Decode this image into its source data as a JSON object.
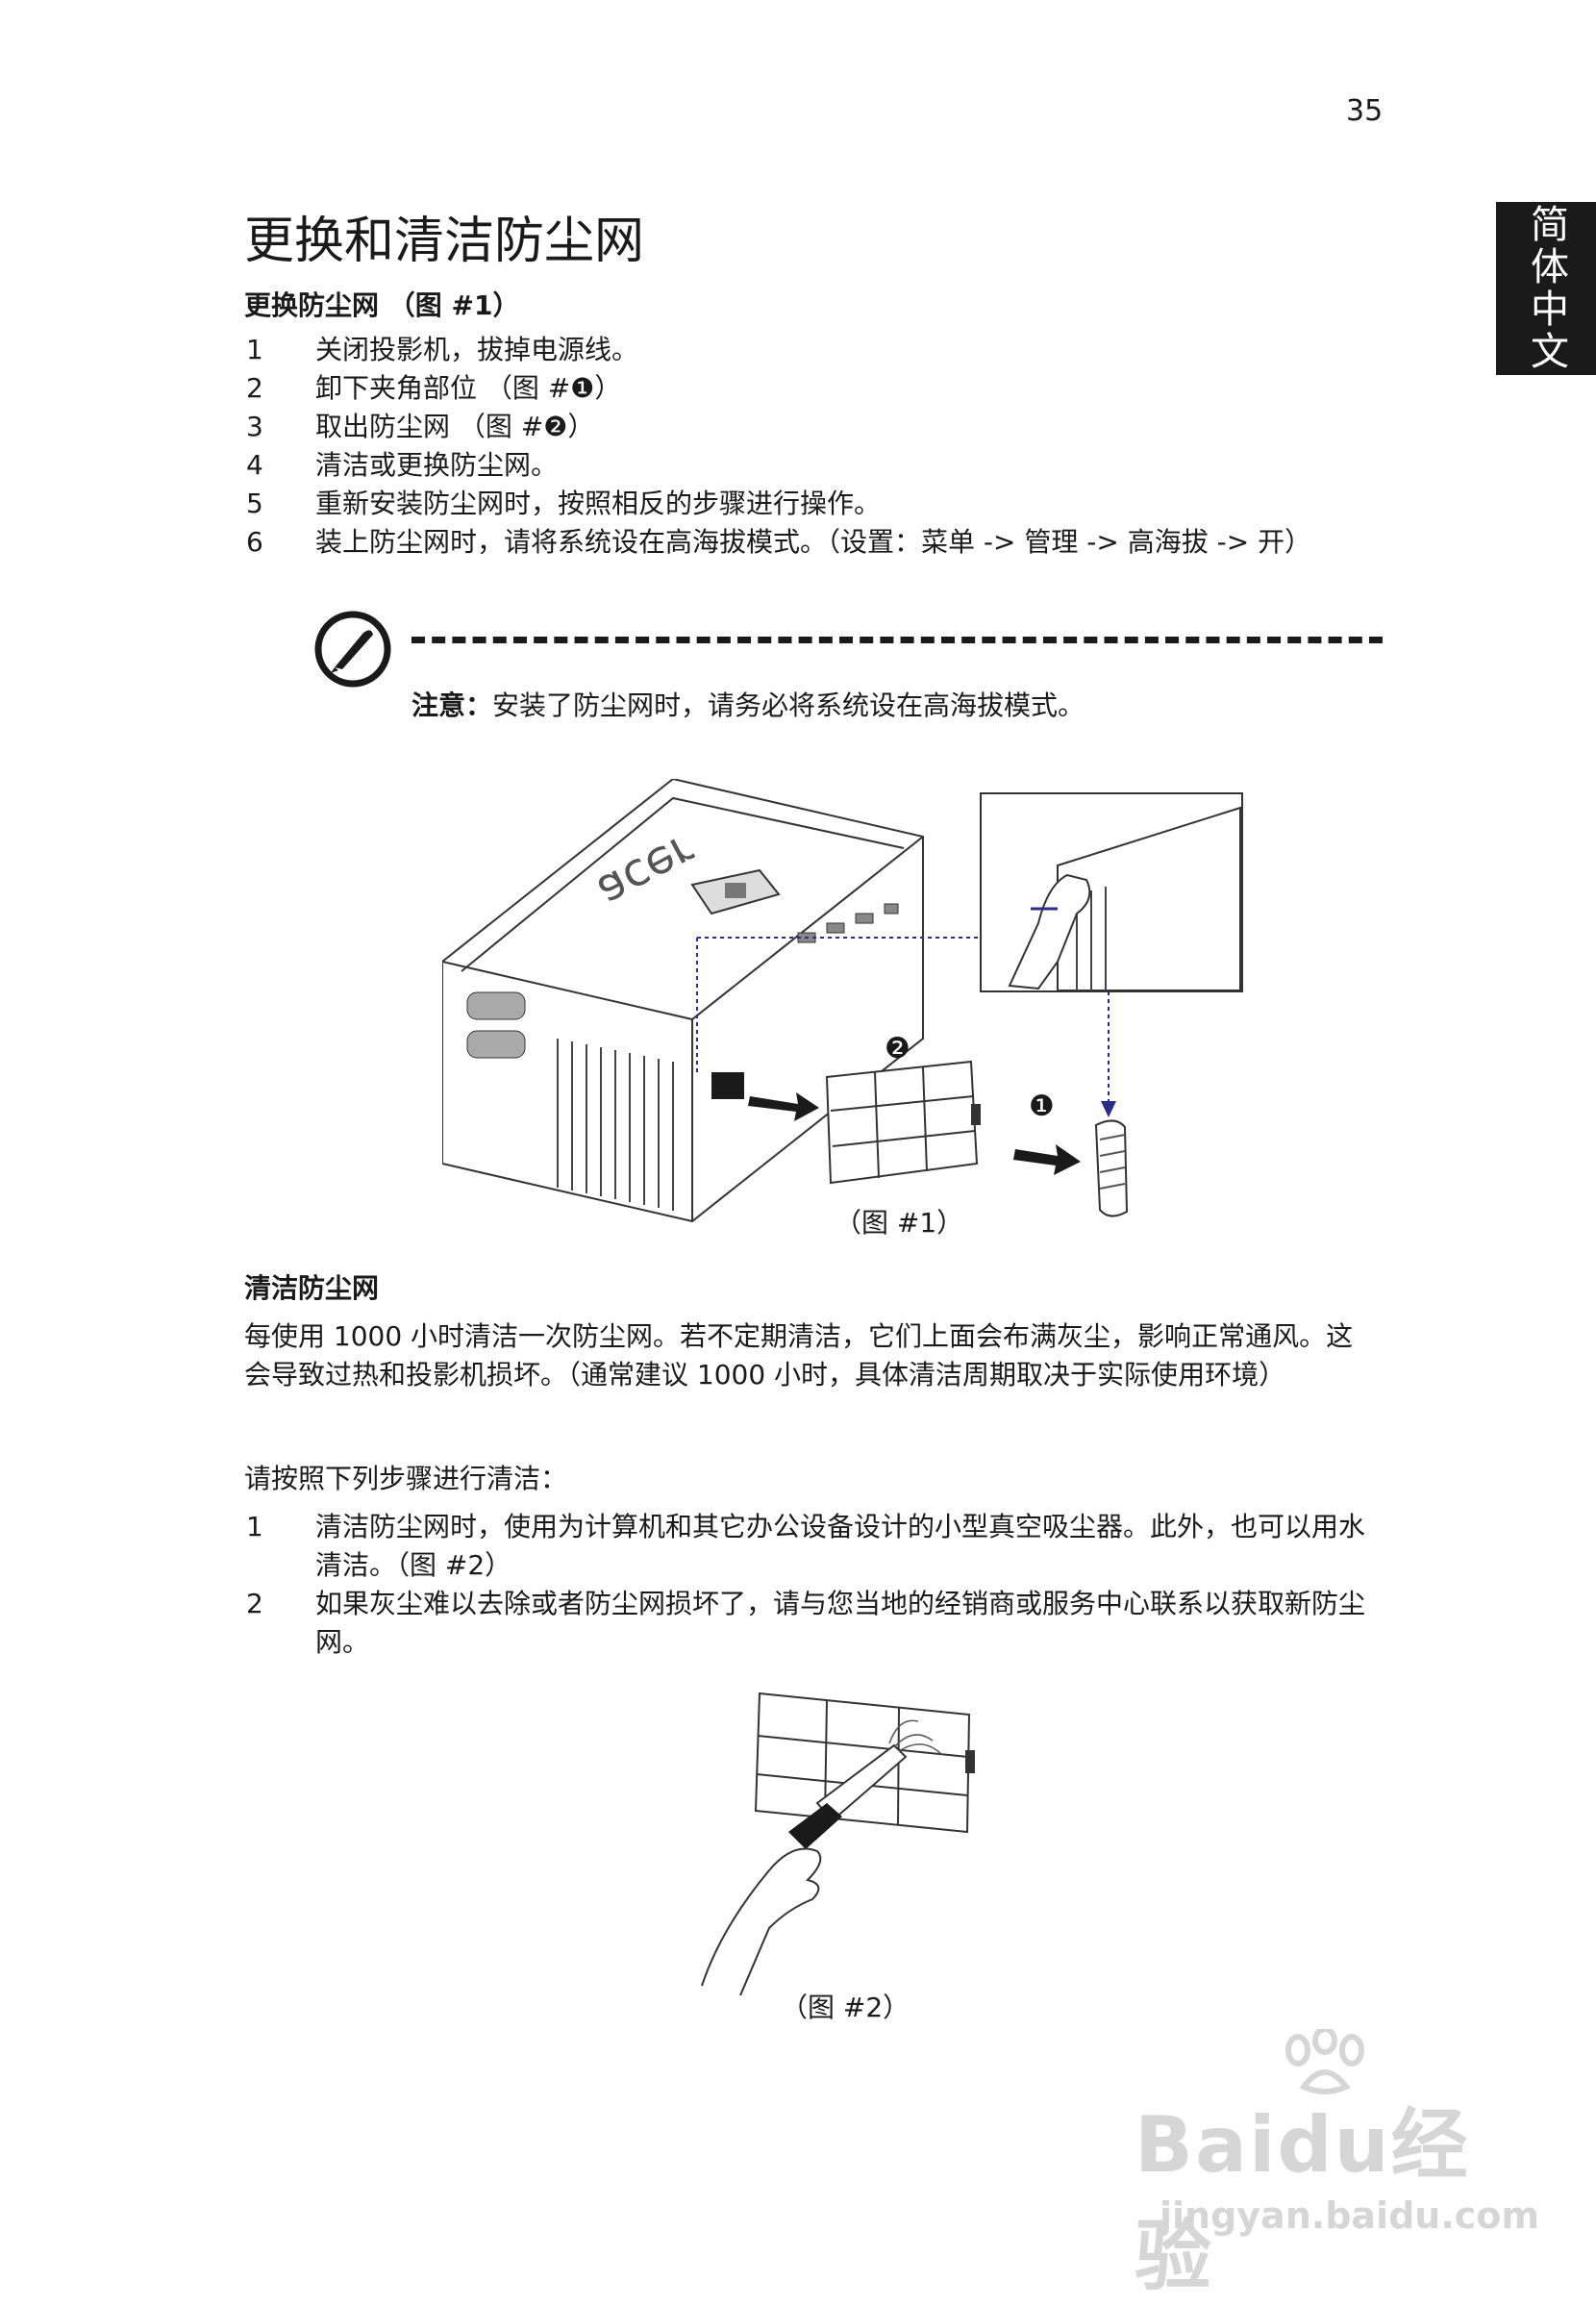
{
  "page_number": "35",
  "side_tab": "简体中文",
  "title": "更换和清洁防尘网",
  "replace_section": {
    "heading": "更换防尘网 （图 #1）",
    "steps": [
      {
        "num": "1",
        "text": "关闭投影机，拔掉电源线。"
      },
      {
        "num": "2",
        "text": "卸下夹角部位 （图 #❶）"
      },
      {
        "num": "3",
        "text": "取出防尘网 （图 #❷）"
      },
      {
        "num": "4",
        "text": "清洁或更换防尘网。"
      },
      {
        "num": "5",
        "text": "重新安装防尘网时，按照相反的步骤进行操作。"
      },
      {
        "num": "6",
        "text": "装上防尘网时，请将系统设在高海拔模式。（设置：菜单 -> 管理 -> 高海拔 -> 开）"
      }
    ]
  },
  "note": {
    "label": "注意：",
    "text": "安装了防尘网时，请务必将系统设在高海拔模式。"
  },
  "figure1": {
    "logo": "acer",
    "callout_1": "❶",
    "callout_2": "❷",
    "caption": "（图 #1）"
  },
  "clean_section": {
    "heading": "清洁防尘网",
    "paragraph": "每使用 1000 小时清洁一次防尘网。若不定期清洁，它们上面会布满灰尘，影响正常通风。这会导致过热和投影机损坏。（通常建议 1000 小时，具体清洁周期取决于实际使用环境）",
    "intro": "请按照下列步骤进行清洁：",
    "steps": [
      {
        "num": "1",
        "text": "清洁防尘网时，使用为计算机和其它办公设备设计的小型真空吸尘器。此外，也可以用水清洁。（图 #2）"
      },
      {
        "num": "2",
        "text": "如果灰尘难以去除或者防尘网损坏了，请与您当地的经销商或服务中心联系以获取新防尘网。"
      }
    ]
  },
  "figure2": {
    "caption": "（图 #2）"
  },
  "watermark": {
    "brand": "Baidu经验",
    "url": "jingyan.baidu.com"
  }
}
